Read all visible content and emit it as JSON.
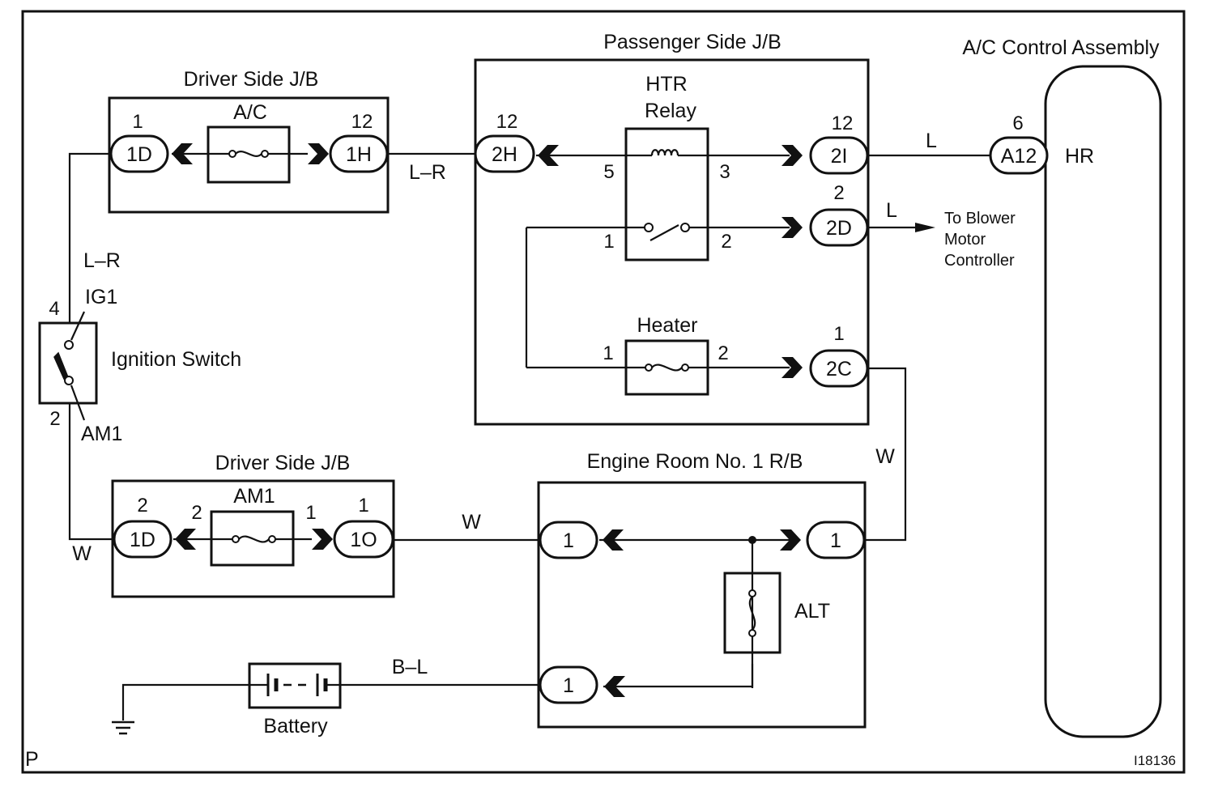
{
  "titles": {
    "passenger_jb": "Passenger Side J/B",
    "ac_control": "A/C Control Assembly",
    "driver_jb_top": "Driver Side J/B",
    "driver_jb_bottom": "Driver Side J/B",
    "engine_room_rb": "Engine Room No. 1 R/B"
  },
  "components": {
    "ac_fuse": "A/C",
    "htr_relay_line1": "HTR",
    "htr_relay_line2": "Relay",
    "heater": "Heater",
    "am1_fuse": "AM1",
    "alt": "ALT",
    "battery": "Battery",
    "ignition_switch": "Ignition Switch",
    "ig1": "IG1",
    "am1_terminal": "AM1",
    "hr": "HR"
  },
  "connectors": {
    "c_1D_top": "1D",
    "c_1H": "1H",
    "c_2H": "2H",
    "c_2I": "2I",
    "c_2D": "2D",
    "c_2C": "2C",
    "c_A12": "A12",
    "c_1D_bot": "1D",
    "c_1O": "1O",
    "c_er_left_top": "1",
    "c_er_right": "1",
    "c_er_left_bot": "1"
  },
  "pins": {
    "p_1D_top": "1",
    "p_1H": "12",
    "p_2H": "12",
    "p_relay_5": "5",
    "p_relay_3": "3",
    "p_2I": "12",
    "p_2D": "2",
    "p_relay_1": "1",
    "p_relay_2": "2",
    "p_heater_1": "1",
    "p_heater_2": "2",
    "p_2C": "1",
    "p_A12": "6",
    "p_ign_4": "4",
    "p_ign_2": "2",
    "p_1D_bot": "2",
    "p_am1_2": "2",
    "p_am1_1": "1",
    "p_1O": "1"
  },
  "wires": {
    "w_lr_top": "L–R",
    "w_lr_left": "L–R",
    "w_l_2i": "L",
    "w_l_2d": "L",
    "w_w_right": "W",
    "w_w_mid": "W",
    "w_w_left": "W",
    "w_bl": "B–L"
  },
  "notes": {
    "blower_1": "To Blower",
    "blower_2": "Motor",
    "blower_3": "Controller",
    "corner_p": "P",
    "figure_id": "I18136"
  }
}
